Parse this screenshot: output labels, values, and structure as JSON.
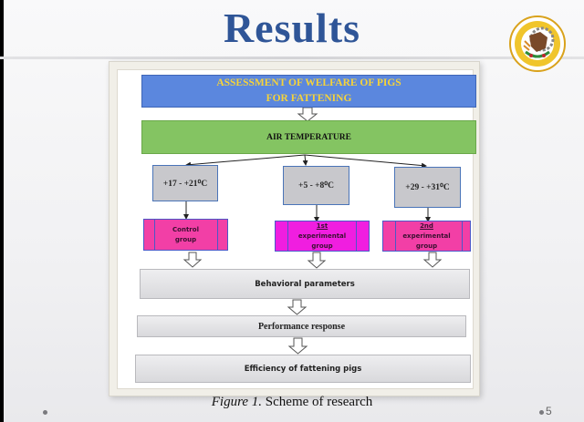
{
  "slide": {
    "title": "Results",
    "page_number": "5",
    "logo_icon": "university-emblem-icon",
    "colors": {
      "title": "#2f5597",
      "header_box": "#5b87de",
      "header_text": "#f5d33a",
      "air_box": "#84c462",
      "temp_box": "#c8c8cc",
      "group_pink": "#f23fa6",
      "group_magenta": "#f01ee0",
      "grey_box": "#e2e2e5"
    }
  },
  "diagram": {
    "header": {
      "line1": "ASSESSMENT OF WELFARE OF PIGS",
      "line2": "FOR FATTENING"
    },
    "factor": "AIR TEMPERATURE",
    "temperatures": [
      "+17 - +21⁰C",
      "+5 - +8⁰C",
      "+29 - +31⁰C"
    ],
    "groups": [
      {
        "line1": "Control",
        "line2": "group",
        "line3": ""
      },
      {
        "line1": "1st",
        "line2": "experimental",
        "line3": "group"
      },
      {
        "line1": "2nd",
        "line2": "experimental",
        "line3": "group"
      }
    ],
    "steps": [
      "Behavioral parameters",
      "Performance response",
      "Efficiency of fattening pigs"
    ]
  },
  "caption": {
    "label": "Figure 1.",
    "text": " Scheme of research"
  }
}
